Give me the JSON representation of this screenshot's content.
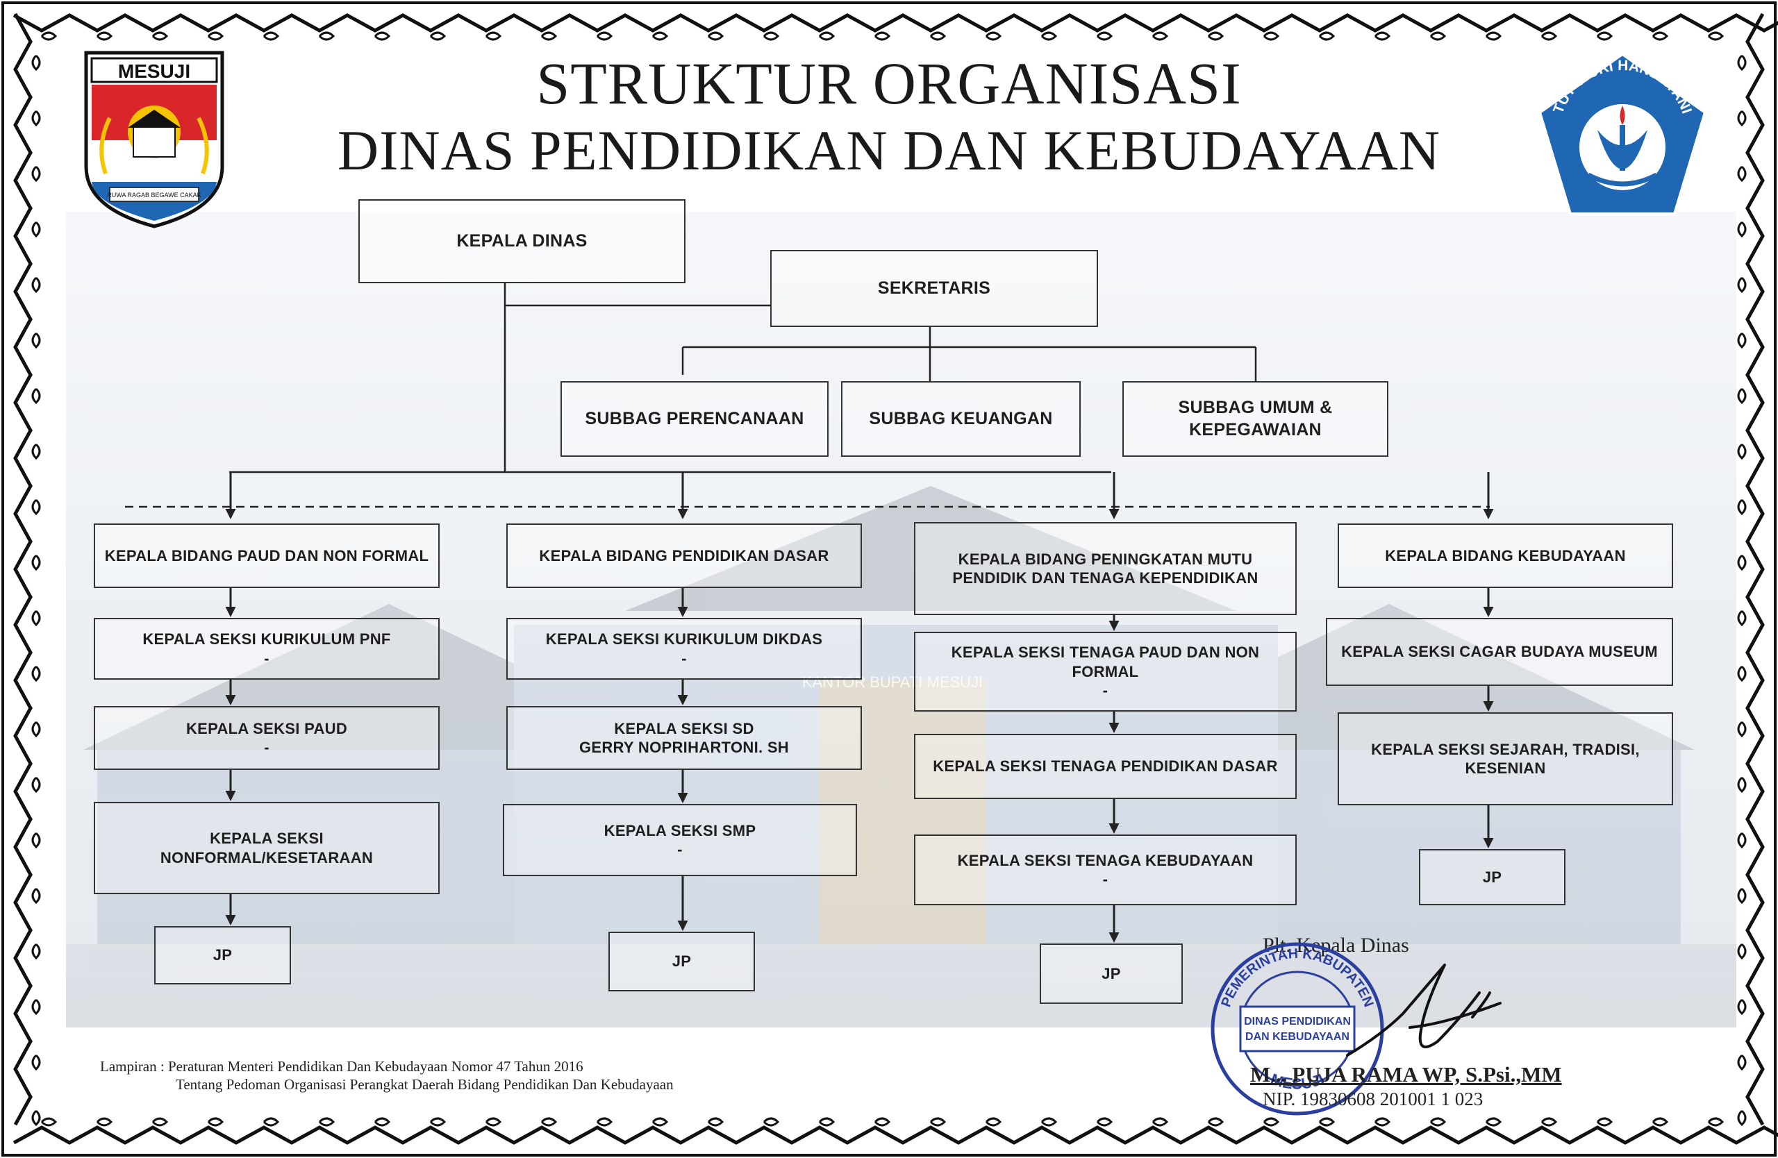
{
  "header": {
    "title_line1": "STRUKTUR ORGANISASI",
    "title_line2": "DINAS PENDIDIKAN DAN KEBUDAYAAN",
    "logo_left_text": "MESUJI",
    "logo_left_motto": "RUWA RAGAB BEGAWE CAKAK",
    "logo_right_text": "TUT WURI HANDAYANI"
  },
  "top": {
    "kepala_dinas": "KEPALA DINAS",
    "sekretaris": "SEKRETARIS",
    "subbag": [
      "SUBBAG PERENCANAAN",
      "SUBBAG KEUANGAN",
      "SUBBAG UMUM &\nKEPEGAWAIAN"
    ]
  },
  "columns": [
    {
      "bidang": "KEPALA BIDANG  PAUD DAN NON FORMAL",
      "seksi": [
        "KEPALA SEKSI  KURIKULUM PNF\n-",
        "KEPALA SEKSI PAUD\n-",
        "KEPALA SEKSI\nNONFORMAL/KESETARAAN"
      ],
      "jp": "JP"
    },
    {
      "bidang": "KEPALA BIDANG PENDIDIKAN DASAR",
      "seksi": [
        "KEPALA SEKSI  KURIKULUM DIKDAS\n-",
        "KEPALA SEKSI SD\nGERRY NOPRIHARTONI. SH",
        "KEPALA SEKSI  SMP\n-"
      ],
      "jp": "JP"
    },
    {
      "bidang": "KEPALA BIDANG PENINGKATAN MUTU\nPENDIDIK DAN TENAGA KEPENDIDIKAN",
      "seksi": [
        "KEPALA SEKSI TENAGA PAUD DAN NON\nFORMAL\n-",
        "KEPALA SEKSI TENAGA PENDIDIKAN DASAR",
        "KEPALA SEKSI TENAGA KEBUDAYAAN\n-"
      ],
      "jp": "JP"
    },
    {
      "bidang": "KEPALA BIDANG KEBUDAYAAN",
      "seksi": [
        "KEPALA SEKSI CAGAR BUDAYA MUSEUM",
        "KEPALA SEKSI SEJARAH, TRADISI,\nKESENIAN"
      ],
      "jp": "JP"
    }
  ],
  "background_caption": "KANTOR BUPATI MESUJI",
  "footer": {
    "line1": "Lampiran : Peraturan Menteri Pendidikan Dan Kebudayaan  Nomor 47 Tahun 2016",
    "line2": "Tentang Pedoman Organisasi Perangkat  Daerah Bidang Pendidikan Dan Kebudayaan"
  },
  "signature": {
    "title": "Plt. Kepala Dinas",
    "name": "M... PUJA RAMA WP, S.Psi.,MM",
    "nip": "NIP. 19830608 201001 1 023",
    "stamp_outer": "PEMERINTAH KABUPATEN",
    "stamp_bottom": "MESUJI",
    "stamp_inner": "DINAS PENDIDIKAN\nDAN KEBUDAYAAN"
  },
  "colors": {
    "frame": "#111111",
    "line": "#222222",
    "logo_red": "#d9262b",
    "logo_yellow": "#f4c400",
    "logo_blue": "#1f66b3",
    "stamp_blue": "#2b3f9e"
  }
}
